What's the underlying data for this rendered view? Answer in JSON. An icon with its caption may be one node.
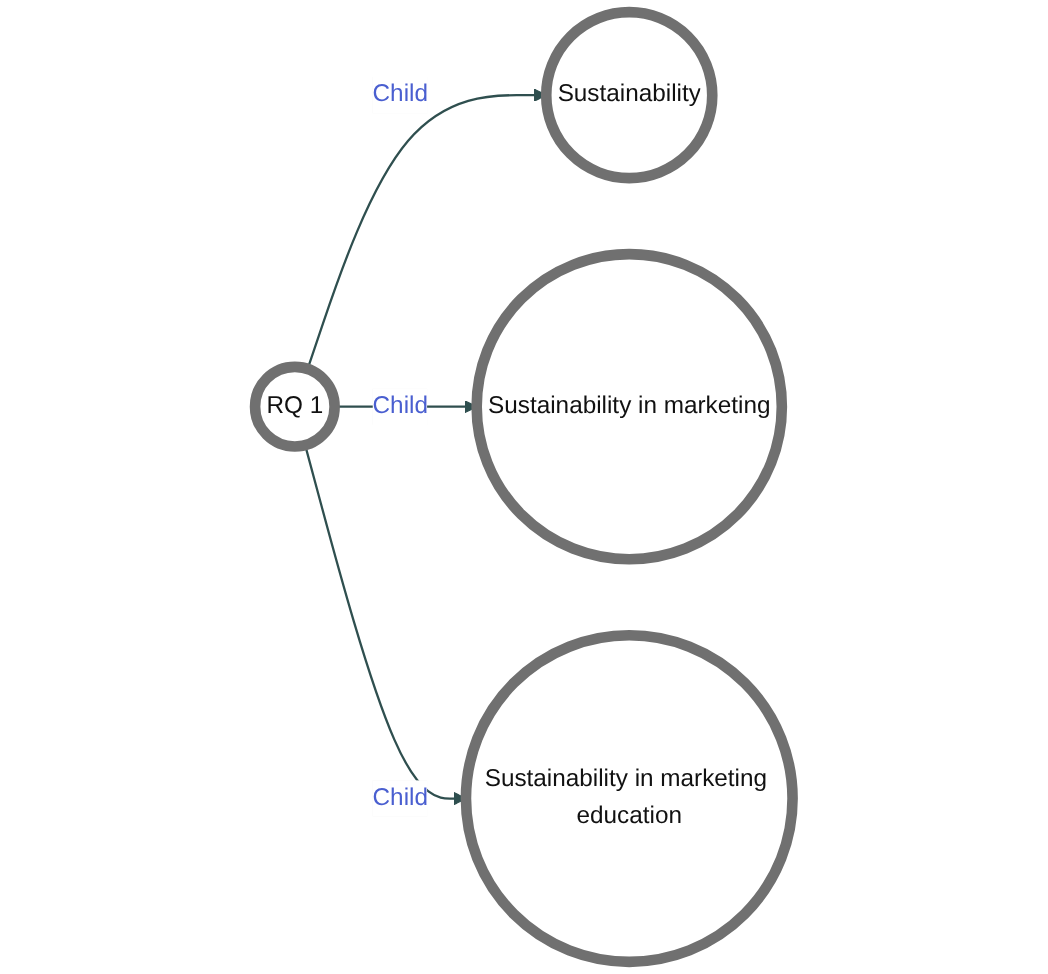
{
  "diagram": {
    "nodes": [
      {
        "text": [
          "Sustainability"
        ]
      },
      {
        "text": [
          "Sustainability in marketing"
        ]
      },
      {
        "text": [
          "RQ 1"
        ]
      },
      {
        "text": [
          "Sustainability in marketing education"
        ]
      }
    ],
    "edges": [
      {
        "from": 2,
        "to": 0,
        "arrow": "to",
        "label": "Child"
      },
      {
        "from": 2,
        "to": 1,
        "arrow": "to",
        "label": "Child"
      },
      {
        "from": 2,
        "to": 3,
        "arrow": "to",
        "label": "Child"
      }
    ]
  }
}
